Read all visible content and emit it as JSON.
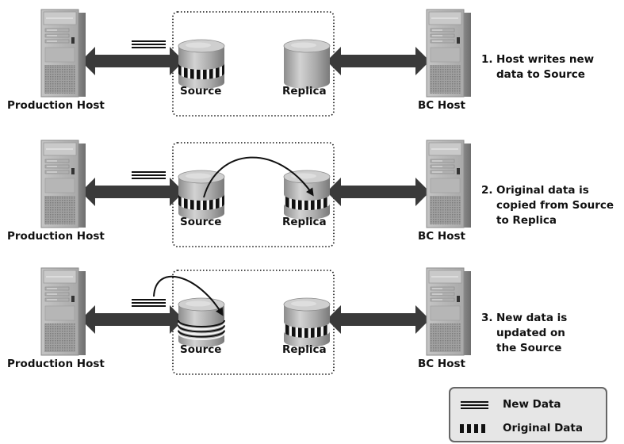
{
  "rows": [
    {
      "production_host_label": "Production Host",
      "bc_host_label": "BC Host",
      "source_label": "Source",
      "replica_label": "Replica",
      "step": {
        "number": "1.",
        "lines": [
          "Host writes new",
          "data to Source"
        ]
      }
    },
    {
      "production_host_label": "Production Host",
      "bc_host_label": "BC Host",
      "source_label": "Source",
      "replica_label": "Replica",
      "step": {
        "number": "2.",
        "lines": [
          "Original data is",
          "copied from Source",
          "to Replica"
        ]
      }
    },
    {
      "production_host_label": "Production Host",
      "bc_host_label": "BC Host",
      "source_label": "Source",
      "replica_label": "Replica",
      "step": {
        "number": "3.",
        "lines": [
          "New data is",
          "updated on",
          "the Source"
        ]
      }
    }
  ],
  "legend": {
    "new_data_label": "New Data",
    "original_data_label": "Original Data"
  },
  "colors": {
    "arrow": "#3a3a3a",
    "server": "#b8b8b8",
    "cylinder": "#a8a8a8",
    "legend_bg": "#e6e6e6"
  }
}
